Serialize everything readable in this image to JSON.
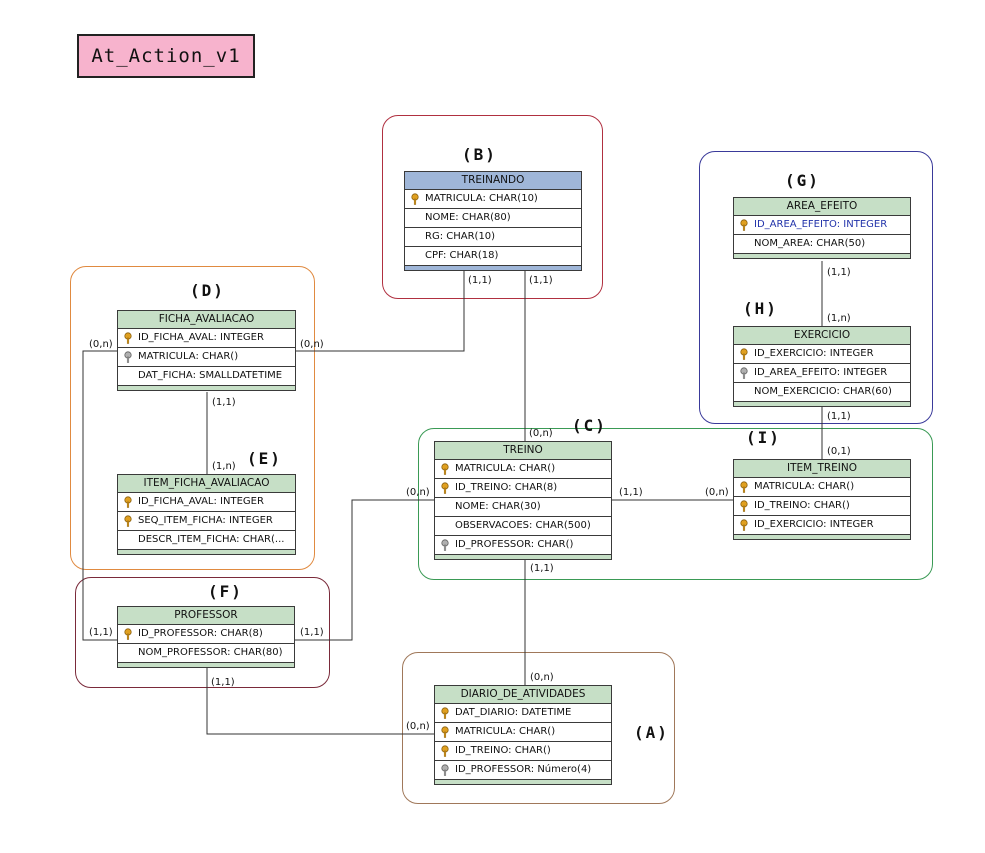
{
  "title": "At_Action_v1",
  "groups": {
    "A": "(A)",
    "B": "(B)",
    "C": "(C)",
    "D": "(D)",
    "E": "(E)",
    "F": "(F)",
    "G": "(G)",
    "H": "(H)",
    "I": "(I)"
  },
  "entities": {
    "treinando": {
      "name": "TREINANDO",
      "rows": [
        "MATRICULA: CHAR(10)",
        "NOME: CHAR(80)",
        "RG: CHAR(10)",
        "CPF: CHAR(18)"
      ]
    },
    "area_efeito": {
      "name": "AREA_EFEITO",
      "rows": [
        "ID_AREA_EFEITO: INTEGER",
        "NOM_AREA: CHAR(50)"
      ]
    },
    "exercicio": {
      "name": "EXERCICIO",
      "rows": [
        "ID_EXERCICIO: INTEGER",
        "ID_AREA_EFEITO: INTEGER",
        "NOM_EXERCICIO: CHAR(60)"
      ]
    },
    "ficha_avaliacao": {
      "name": "FICHA_AVALIACAO",
      "rows": [
        "ID_FICHA_AVAL: INTEGER",
        "MATRICULA: CHAR()",
        "DAT_FICHA: SMALLDATETIME"
      ]
    },
    "item_ficha_avaliacao": {
      "name": "ITEM_FICHA_AVALIACAO",
      "rows": [
        "ID_FICHA_AVAL: INTEGER",
        "SEQ_ITEM_FICHA: INTEGER",
        "DESCR_ITEM_FICHA: CHAR(..."
      ]
    },
    "treino": {
      "name": "TREINO",
      "rows": [
        "MATRICULA: CHAR()",
        "ID_TREINO: CHAR(8)",
        "NOME: CHAR(30)",
        "OBSERVACOES: CHAR(500)",
        "ID_PROFESSOR: CHAR()"
      ]
    },
    "item_treino": {
      "name": "ITEM_TREINO",
      "rows": [
        "MATRICULA: CHAR()",
        "ID_TREINO: CHAR()",
        "ID_EXERCICIO: INTEGER"
      ]
    },
    "professor": {
      "name": "PROFESSOR",
      "rows": [
        "ID_PROFESSOR: CHAR(8)",
        "NOM_PROFESSOR: CHAR(80)"
      ]
    },
    "diario_de_atividades": {
      "name": "DIARIO_DE_ATIVIDADES",
      "rows": [
        "DAT_DIARIO: DATETIME",
        "MATRICULA: CHAR()",
        "ID_TREINO: CHAR()",
        "ID_PROFESSOR: Número(4)"
      ]
    }
  },
  "cardinalities": {
    "treinando_ficha_src": "(1,1)",
    "treinando_ficha_dst": "(0,n)",
    "treinando_treino_src": "(1,1)",
    "treinando_treino_dst": "(0,n)",
    "area_exercicio_src": "(1,1)",
    "area_exercicio_dst": "(1,n)",
    "exercicio_item_src": "(1,1)",
    "exercicio_item_dst": "(0,1)",
    "ficha_item_src": "(1,1)",
    "ficha_item_dst": "(1,n)",
    "treino_item_src": "(1,1)",
    "treino_item_dst": "(0,n)",
    "professor_treino_src": "(1,1)",
    "professor_treino_dst": "(0,n)",
    "professor_ficha_src": "(1,1)",
    "professor_ficha_dst": "(0,n)",
    "treino_diario_src": "(1,1)",
    "treino_diario_dst": "(0,n)",
    "professor_diario_src": "(1,1)",
    "professor_diario_dst": "(0,n)"
  },
  "colors": {
    "group_A": "#a0785a",
    "group_B": "#b03040",
    "group_C": "#3a9a55",
    "group_D": "#e08a40",
    "group_F": "#7a2a3a",
    "group_GHI": "#3a3a9a",
    "entity_header": "#c6dfc6",
    "entity_header_treinando": "#9fb6d8",
    "primary_key": "#e0a020",
    "foreign_key": "#909090"
  }
}
